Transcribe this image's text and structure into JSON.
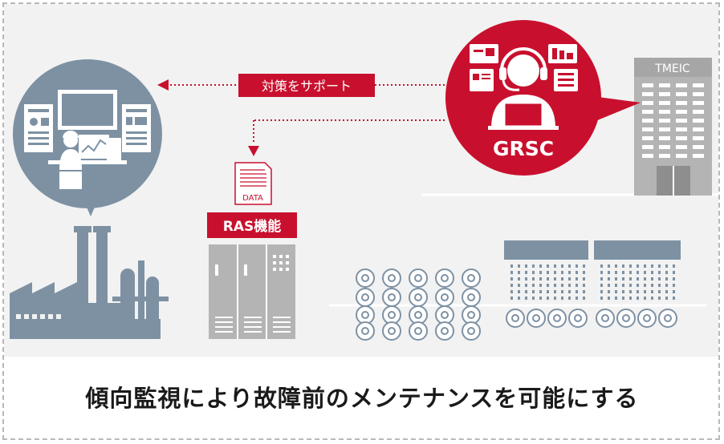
{
  "labels": {
    "support": "対策をサポート",
    "data": "DATA",
    "ras": "RAS機能",
    "grsc": "GRSC",
    "building": "TMEIC"
  },
  "caption": "傾向監視により故障前のメンテナンスを可能にする",
  "colors": {
    "accent": "#c8102e",
    "slate": "#7d91a3",
    "gray": "#b4b4b4",
    "panel": "#f2f2f2"
  }
}
